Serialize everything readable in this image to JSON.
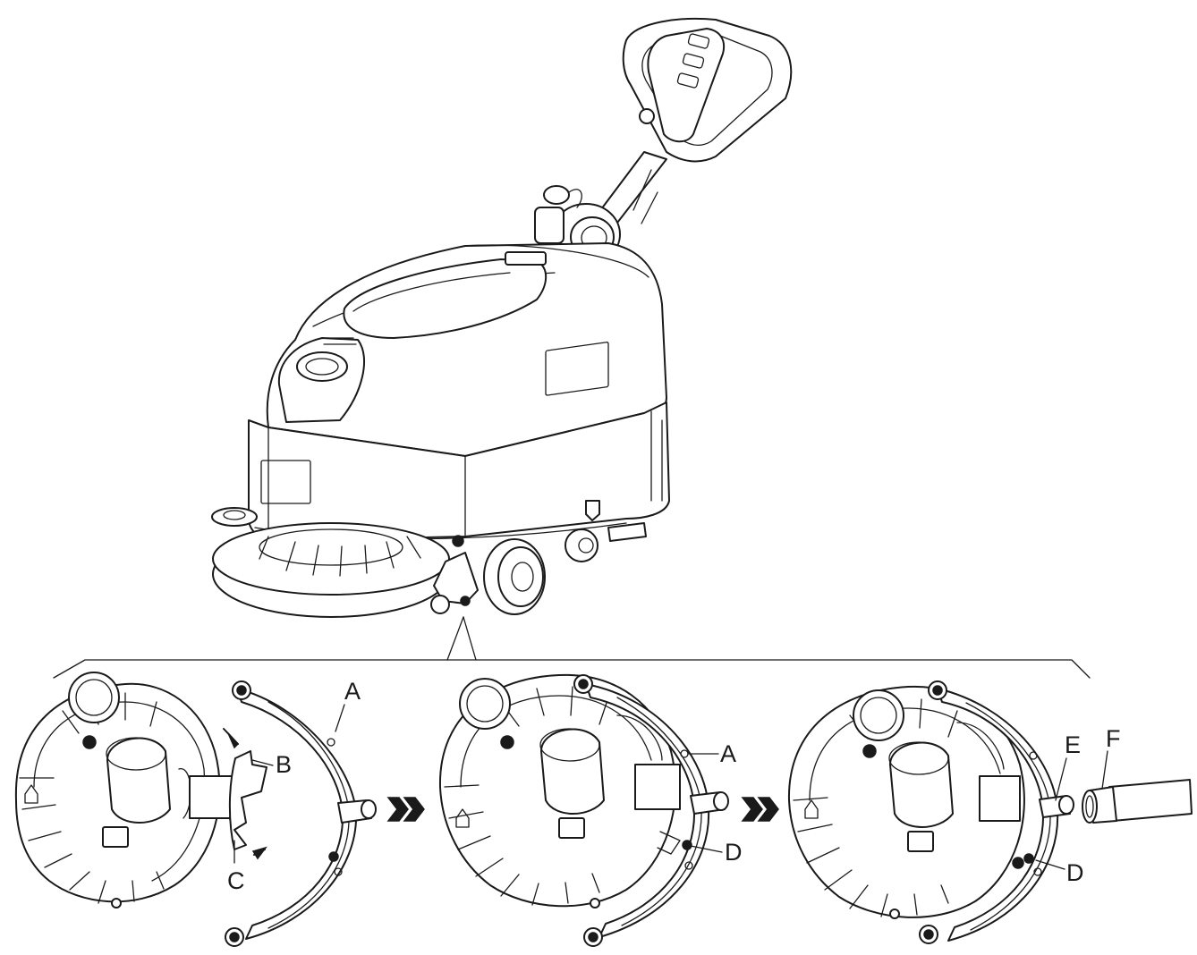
{
  "labels": {
    "step1_a": "A",
    "step1_b": "B",
    "step1_c": "C",
    "step2_a": "A",
    "step2_d": "D",
    "step3_e": "E",
    "step3_f": "F",
    "step3_d": "D"
  },
  "icons": {
    "arrow_1": "double-chevron-right-icon",
    "arrow_2": "double-chevron-right-icon"
  },
  "colors": {
    "line": "#1a1a1a",
    "background": "#ffffff"
  }
}
